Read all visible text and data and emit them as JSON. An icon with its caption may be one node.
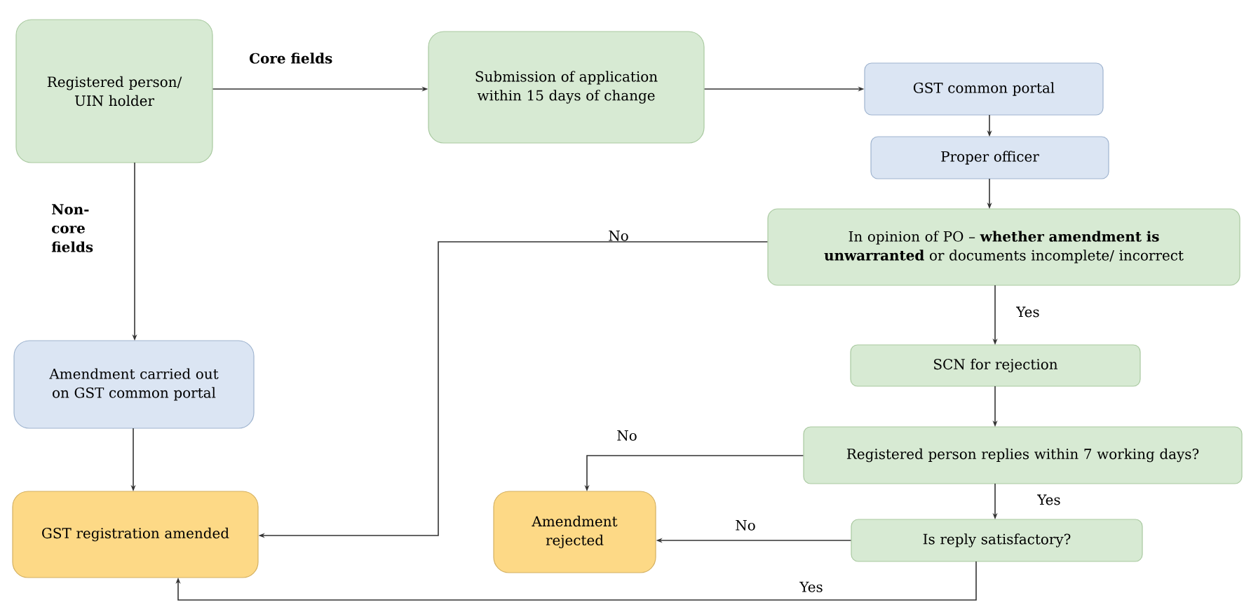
{
  "diagram": {
    "nodes": [
      {
        "text": [
          "Registered person/ UIN holder"
        ]
      },
      {
        "text": [
          "Submission of application within 15 days of change"
        ]
      },
      {
        "text": [
          "GST common portal"
        ]
      },
      {
        "text": [
          "Proper officer"
        ]
      },
      {
        "text": [
          "In opinion of PO – **whether amendment is unwarranted** or documents incomplete/ incorrect"
        ]
      },
      {
        "text": [
          "SCN for rejection"
        ]
      },
      {
        "text": [
          "Registered person replies within 7 working days?"
        ]
      },
      {
        "text": [
          "Is reply satisfactory?"
        ]
      },
      {
        "text": [
          "Amendment carried out on GST common portal"
        ]
      },
      {
        "text": [
          "GST registration amended"
        ]
      },
      {
        "text": [
          "Amendment rejected"
        ]
      }
    ],
    "edges": [
      {
        "from": 0,
        "to": 1,
        "arrow": "to",
        "label": "Core fields"
      },
      {
        "from": 1,
        "to": 2,
        "arrow": "to"
      },
      {
        "from": 2,
        "to": 3,
        "arrow": "to"
      },
      {
        "from": 3,
        "to": 4,
        "arrow": "to"
      },
      {
        "from": 4,
        "to": 9,
        "arrow": "to",
        "label": "No"
      },
      {
        "from": 4,
        "to": 5,
        "arrow": "to",
        "label": "Yes"
      },
      {
        "from": 5,
        "to": 6,
        "arrow": "to"
      },
      {
        "from": 6,
        "to": 10,
        "arrow": "to",
        "label": "No"
      },
      {
        "from": 6,
        "to": 7,
        "arrow": "to",
        "label": "Yes"
      },
      {
        "from": 7,
        "to": 10,
        "arrow": "to",
        "label": "No"
      },
      {
        "from": 7,
        "to": 9,
        "arrow": "to",
        "label": "Yes"
      },
      {
        "from": 0,
        "to": 8,
        "arrow": "to",
        "label": "Non-core fields"
      },
      {
        "from": 8,
        "to": 9,
        "arrow": "to"
      }
    ]
  }
}
